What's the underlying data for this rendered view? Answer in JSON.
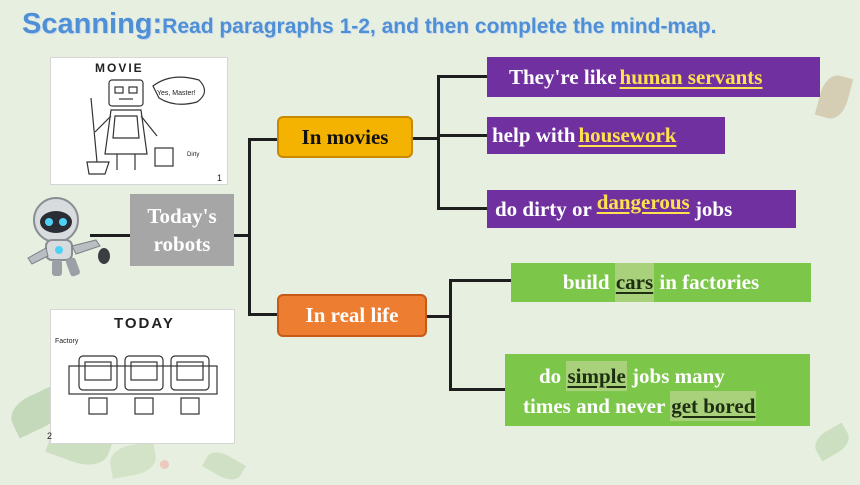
{
  "title": {
    "prefix": "Scanning:",
    "instruction": "Read paragraphs 1-2, and then complete the mind-map."
  },
  "panels": {
    "movie": {
      "caption": "MOVIE",
      "speech": "Yes, Master!",
      "tag": "Dirty",
      "number": "1"
    },
    "today": {
      "caption": "TODAY",
      "label": "Factory",
      "number": "2"
    }
  },
  "mindmap": {
    "root": "Today's robots",
    "branches": [
      {
        "label": "In movies",
        "items": [
          {
            "before": "They're like",
            "answer": "human servants"
          },
          {
            "before": "help with",
            "answer": "housework"
          },
          {
            "before": "do dirty or",
            "answer": "dangerous",
            "after": "jobs"
          }
        ]
      },
      {
        "label": "In real life",
        "items": [
          {
            "before": "build",
            "answer": "cars",
            "after": "in factories"
          },
          {
            "before": "do",
            "answer": "simple",
            "after": "jobs many",
            "line2_before": "times and never",
            "line2_answer": "get bored"
          }
        ]
      }
    ]
  },
  "colors": {
    "background": "#e6efe0",
    "title": "#4f8fd6",
    "root_box": "#a6a6a6",
    "movies_box": "#f5b301",
    "real_life_box": "#ed7d31",
    "purple_box": "#7030a0",
    "green_box": "#7cc64a",
    "answer_yellow": "#ffe14d"
  }
}
